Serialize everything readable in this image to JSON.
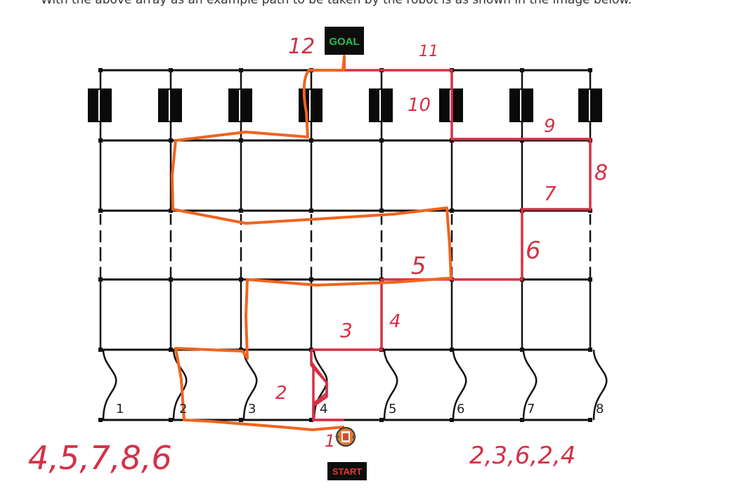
{
  "caption": "With the above array as an example path to be taken by the robot is as shown in the image below.",
  "goal": {
    "label": "GOAL",
    "color": "#27c24c"
  },
  "start": {
    "label": "START",
    "color": "#e53b2b"
  },
  "columns": [
    "1",
    "2",
    "3",
    "4",
    "5",
    "6",
    "7",
    "8"
  ],
  "robot_path_labels": [
    "1",
    "2",
    "3",
    "4",
    "5",
    "6",
    "7",
    "8",
    "9",
    "10",
    "11",
    "12"
  ],
  "sequences": {
    "left": "4,5,7,8,6",
    "right": "2,3,6,2,4"
  },
  "colors": {
    "grid": "#111111",
    "red_path": "#d63045",
    "orange_path": "#f0641e"
  }
}
